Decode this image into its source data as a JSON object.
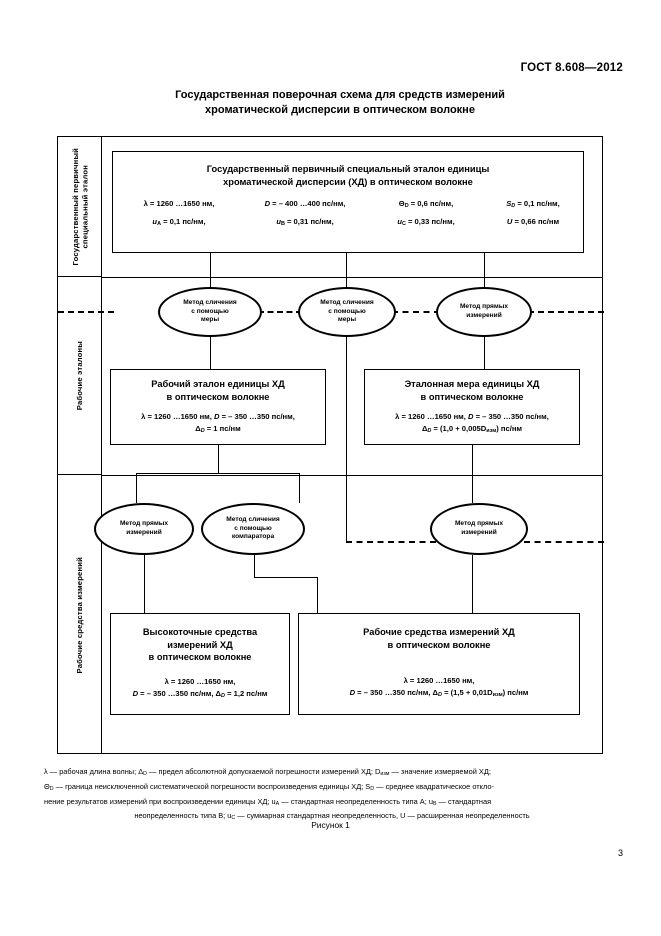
{
  "header": {
    "standard": "ГОСТ 8.608—2012",
    "title_line1": "Государственная поверочная схема для средств измерений",
    "title_line2": "хроматической дисперсии в оптическом волокне"
  },
  "sidebar": {
    "items": [
      {
        "label": "Государственный первичный\nспециальный эталон"
      },
      {
        "label": "Рабочие эталоны"
      },
      {
        "label": "Рабочие средства измерений"
      }
    ]
  },
  "primary_standard": {
    "title_line1": "Государственный первичный специальный эталон единицы",
    "title_line2": "хроматической дисперсии (ХД) в оптическом волокне",
    "params_row1": [
      "λ = 1260 …1650 нм,",
      "D = – 400 …400 пс/нм,",
      "Θ",
      "S"
    ],
    "p_theta": "Θ",
    "p_theta_sub": "D",
    "p_theta_val": " = 0,6 пс/нм,",
    "p_s": "S",
    "p_s_sub": "D",
    "p_s_val": " = 0,1  пс/нм,",
    "p_lambda": "λ = 1260 …1650 нм,",
    "p_d": "D",
    "p_d_val": " = – 400 …400 пс/нм,",
    "p_ua": "u",
    "p_ua_sub": "A",
    "p_ua_val": " = 0,1 пс/нм,",
    "p_ub": "u",
    "p_ub_sub": "B",
    "p_ub_val": " = 0,31 пс/нм,",
    "p_uc": "u",
    "p_uc_sub": "C",
    "p_uc_val": " = 0,33 пс/нм,",
    "p_u": "U",
    "p_u_val": " = 0,66 пс/нм"
  },
  "methods_row1": [
    {
      "label": "Метод сличения\nс помощью\nмеры"
    },
    {
      "label": "Метод сличения\nс помощью\nмеры"
    },
    {
      "label": "Метод прямых\nизмерений"
    }
  ],
  "working_standards": [
    {
      "title_line1": "Рабочий эталон единицы ХД",
      "title_line2": "в оптическом волокне",
      "line1": "λ = 1260 …1650 нм, ",
      "line1_d": "D",
      "line1_d_val": " = – 350 …350 пс/нм,",
      "line2_delta": "Δ",
      "line2_sub": "D",
      "line2_val": " = 1 пс/нм"
    },
    {
      "title_line1": "Эталонная мера единицы ХД",
      "title_line2": "в оптическом волокне",
      "line1": "λ = 1260 …1650 нм, ",
      "line1_d": "D",
      "line1_d_val": " = – 350 …350 пс/нм,",
      "line2_delta": "Δ",
      "line2_sub": "D",
      "line2_val": " = (1,0 + 0,005D",
      "line2_sub2": "изм",
      "line2_tail": ") пс/нм"
    }
  ],
  "methods_row2": [
    {
      "label": "Метод прямых\nизмерений"
    },
    {
      "label": "Метод сличения\nс помощью\nкомпаратора"
    },
    {
      "label": "Метод прямых\nизмерений"
    }
  ],
  "measuring_instruments": [
    {
      "title_line1": "Высокоточные средства",
      "title_line2": "измерений ХД",
      "title_line3": "в оптическом волокне",
      "line1": "λ = 1260 …1650 нм,",
      "line2_d": "D",
      "line2_a": " = – 350 …350 пс/нм, ",
      "line2_delta": "Δ",
      "line2_sub": "D",
      "line2_val": " = 1,2 пс/нм"
    },
    {
      "title_line1": "Рабочие средства измерений ХД",
      "title_line2": "в оптическом волокне",
      "line1": "λ = 1260 …1650 нм,",
      "line2_d": "D",
      "line2_a": " = – 350 …350 пс/нм,  ",
      "line2_delta": "Δ",
      "line2_sub": "D",
      "line2_val": " = (1,5 + 0,01D",
      "line2_sub2": "изм",
      "line2_tail": ") пс/нм"
    }
  ],
  "footnote": {
    "line1": "λ — рабочая длина волны; Δ",
    "line1_sub": "D",
    "line1_b": " — предел абсолютной допускаемой погрешности измерений ХД; D",
    "line1_sub2": "изм",
    "line1_c": " — значение измеряемой ХД;",
    "line2": "Θ",
    "line2_sub": "D",
    "line2_b": " — граница неисключенной систематической погрешности воспроизведения единицы ХД; S",
    "line2_sub2": "D",
    "line2_c": " — среднее квадратическое откло-",
    "line3": "нение результатов измерений при воспроизведении единицы ХД; u",
    "line3_sub": "A",
    "line3_b": " — стандартная неопределенность типа А; u",
    "line3_sub2": "B",
    "line3_c": " — стандартная",
    "line4": "неопределенность типа В; u",
    "line4_sub": "C",
    "line4_b": " — суммарная стандартная неопределенность, U — расширенная неопределенность"
  },
  "figure_caption": "Рисунок 1",
  "page_number": "3"
}
